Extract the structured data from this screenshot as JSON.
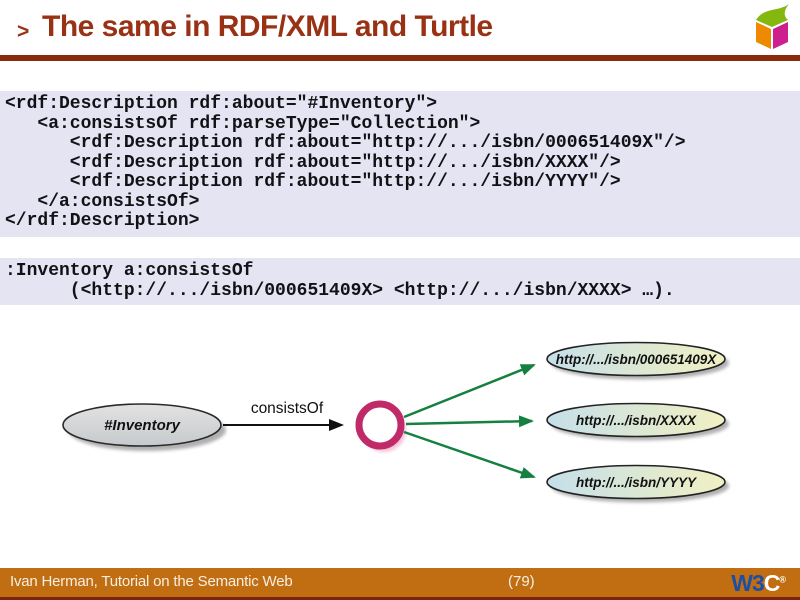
{
  "title": {
    "marker": ">",
    "text": "The same in RDF/XML and Turtle"
  },
  "code": {
    "rdfxml": "<rdf:Description rdf:about=\"#Inventory\">\n   <a:consistsOf rdf:parseType=\"Collection\">\n      <rdf:Description rdf:about=\"http://.../isbn/000651409X\"/>\n      <rdf:Description rdf:about=\"http://.../isbn/XXXX\"/>\n      <rdf:Description rdf:about=\"http://.../isbn/YYYY\"/>\n   </a:consistsOf>\n</rdf:Description>",
    "turtle": ":Inventory a:consistsOf\n      (<http://.../isbn/000651409X> <http://.../isbn/XXXX> …)."
  },
  "diagram": {
    "subject": "#Inventory",
    "predicate": "consistsOf",
    "objects": [
      "http://.../isbn/000651409X",
      "http://.../isbn/XXXX",
      "http://.../isbn/YYYY"
    ]
  },
  "footer": {
    "author": "Ivan Herman, Tutorial on the Semantic Web",
    "page": "(79)",
    "logo": {
      "w3": "W3",
      "c": "C",
      "reg": "®"
    }
  },
  "colors": {
    "title": "#993114",
    "title_underline": "#8a2b0e",
    "code_background": "#e4e4f2",
    "footer_background": "#c16e12",
    "footer_strip": "#7a230f",
    "collection_ring": "#c12a69",
    "green_arrow": "#15803f",
    "subject_node_fill": "#d6d6d6",
    "object_node_gradient_left": "#c5dfea",
    "object_node_gradient_right": "#f2f0c4",
    "cube_green": "#85b80e",
    "cube_orange": "#ee8a00",
    "cube_magenta": "#ce1f8e",
    "w3c_blue": "#1b4fa5"
  }
}
